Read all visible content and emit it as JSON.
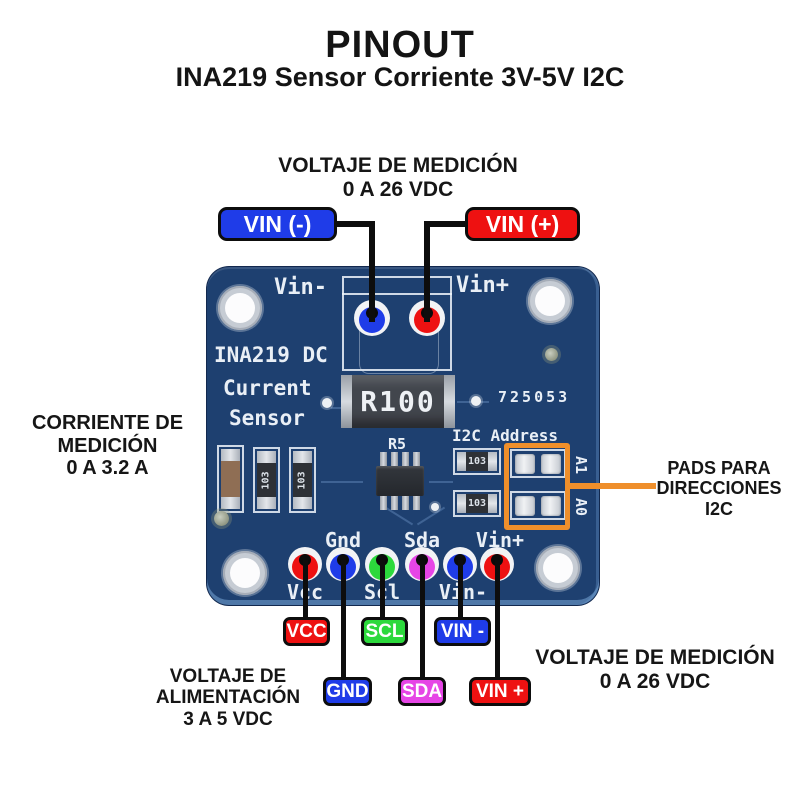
{
  "title": "PINOUT",
  "subtitle": "INA219 Sensor Corriente 3V-5V I2C",
  "colors": {
    "red": "#ee1111",
    "blue": "#1f3ce8",
    "green": "#2cd93c",
    "magenta": "#e645e6",
    "orange": "#ef8f2b",
    "board_blue": "#1e4070"
  },
  "annotations": {
    "measure_top": {
      "line1": "VOLTAJE DE MEDICIÓN",
      "line2": "0 A 26 VDC"
    },
    "current_left": {
      "line1": "CORRIENTE DE",
      "line2": "MEDICIÓN",
      "line3": "0 A 3.2 A"
    },
    "pads_right": {
      "line1": "PADS PARA",
      "line2": "DIRECCIONES",
      "line3": "I2C"
    },
    "supply_bottom_left": {
      "line1": "VOLTAJE DE",
      "line2": "ALIMENTACIÓN",
      "line3": "3 A 5 VDC"
    },
    "measure_bottom_right": {
      "line1": "VOLTAJE DE MEDICIÓN",
      "line2": "0 A 26 VDC"
    }
  },
  "callouts": {
    "vin_minus_top": "VIN (-)",
    "vin_plus_top": "VIN (+)",
    "vcc": "VCC",
    "scl": "SCL",
    "vin_minus": "VIN -",
    "gnd": "GND",
    "sda": "SDA",
    "vin_plus": "VIN +"
  },
  "board": {
    "silkscreen": {
      "vin_minus": "Vin-",
      "vin_plus": "Vin+",
      "name1": "INA219 DC",
      "name2": "Current",
      "name3": "Sensor",
      "r5": "R5",
      "i2c_address": "I2C Address",
      "serial": "725053",
      "a1": "A1",
      "a0": "A0",
      "pin_top": [
        "Gnd",
        "Sda",
        "Vin+"
      ],
      "pin_bottom": [
        "Vcc",
        "Scl",
        "Vin-"
      ]
    },
    "shunt_marking": "R100",
    "smd_marking": "103",
    "pin_colors": [
      "red",
      "blue",
      "green",
      "magenta",
      "blue",
      "red"
    ]
  }
}
